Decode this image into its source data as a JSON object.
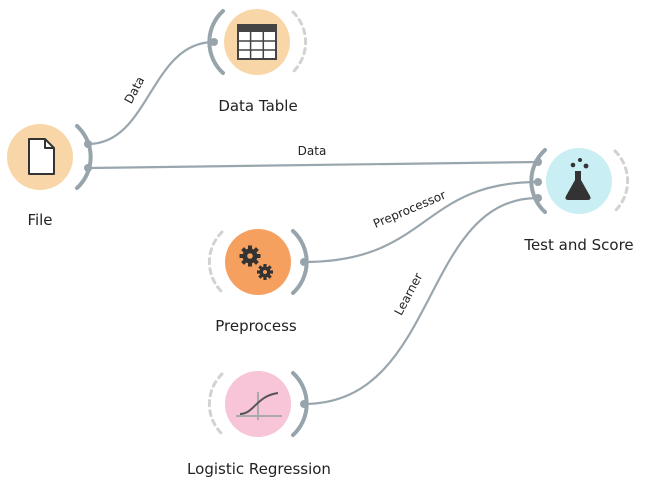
{
  "nodes": {
    "file": {
      "label": "File",
      "color": "#f9d6a8",
      "icon": "document-icon"
    },
    "data_table": {
      "label": "Data Table",
      "color": "#f9d6a8",
      "icon": "table-icon"
    },
    "test_and_score": {
      "label": "Test and Score",
      "color": "#c9eef4",
      "icon": "flask-icon"
    },
    "preprocess": {
      "label": "Preprocess",
      "color": "#f6a060",
      "icon": "gears-icon"
    },
    "logistic_regression": {
      "label": "Logistic Regression",
      "color": "#f8c4d8",
      "icon": "sigmoid-icon"
    }
  },
  "edges": {
    "file_to_data_table": {
      "label": "Data"
    },
    "file_to_test_and_score": {
      "label": "Data"
    },
    "preprocess_to_test_and_score": {
      "label": "Preprocessor"
    },
    "logistic_regression_to_test_and_score": {
      "label": "Learner"
    }
  },
  "colors": {
    "edge": "#9aa6ae",
    "port": "#98a4ac",
    "inactive_port": "#d2d2d2"
  }
}
